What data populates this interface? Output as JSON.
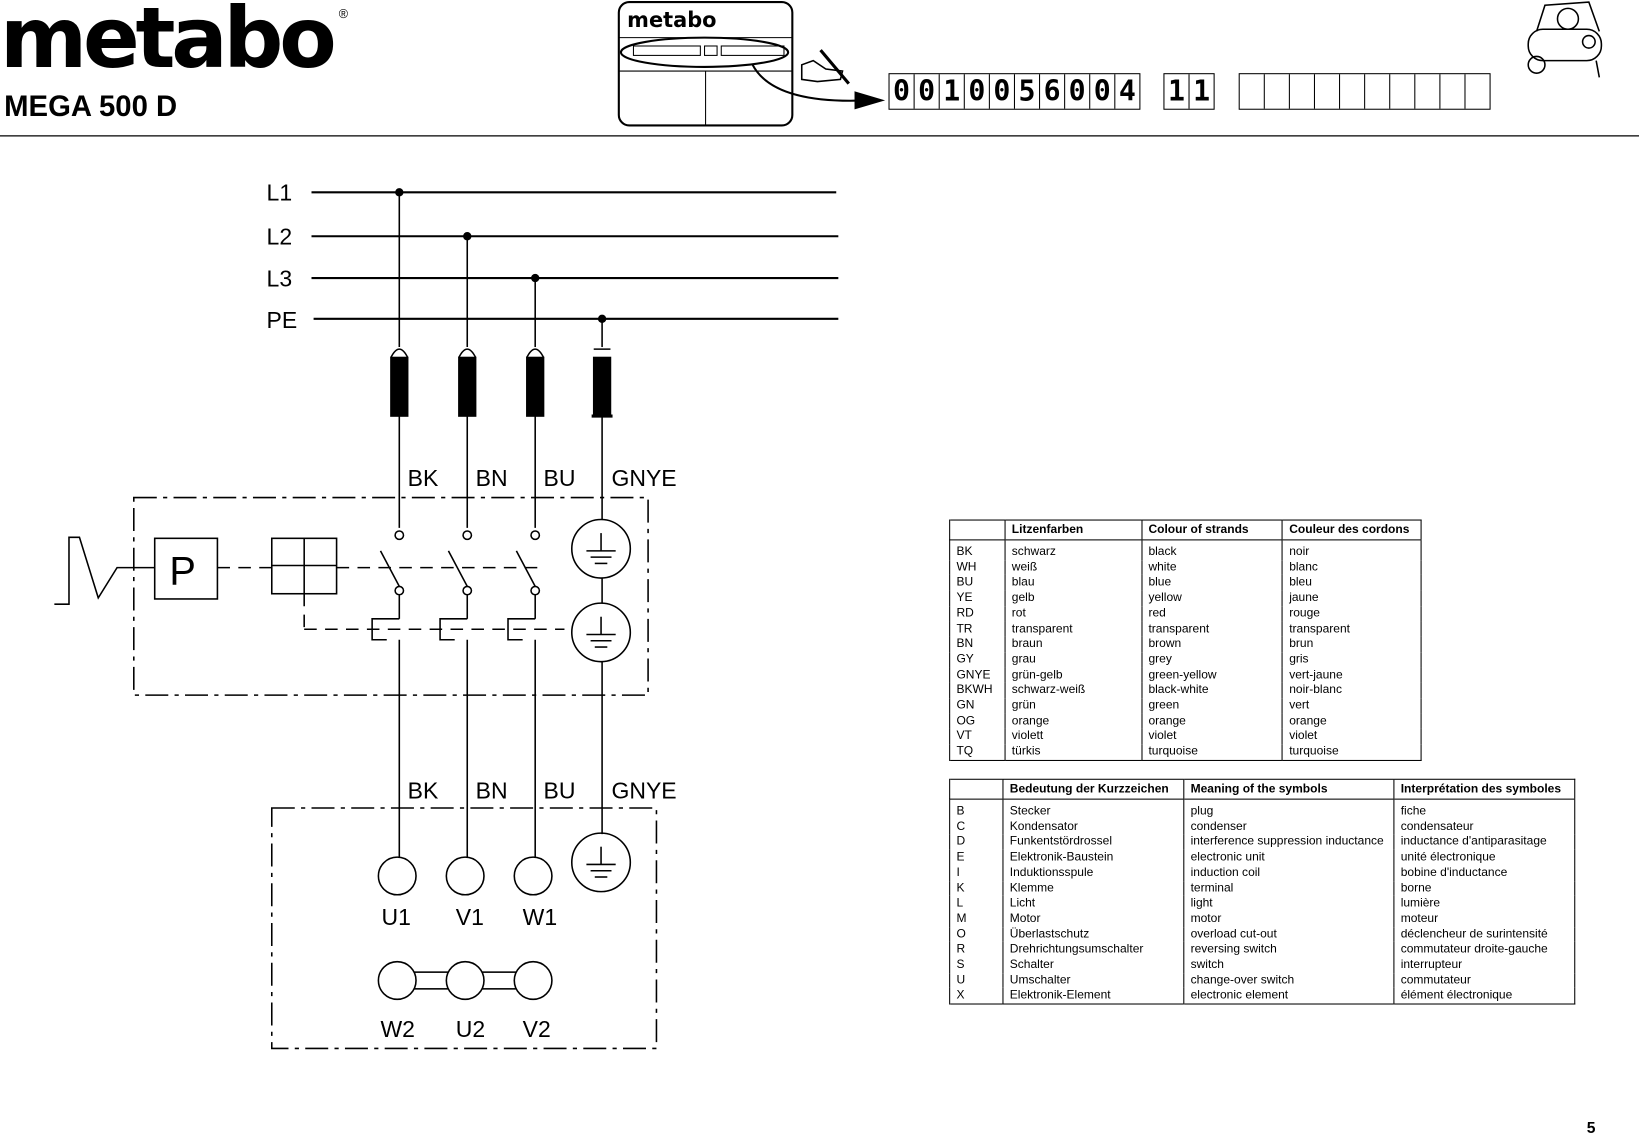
{
  "header": {
    "brand": "metabo",
    "registered": "®",
    "model": "MEGA 500 D",
    "nameplate_brand": "metabo",
    "serial_digits": [
      "0",
      "0",
      "1",
      "0",
      "0",
      "5",
      "6",
      "0",
      "0",
      "4"
    ],
    "index_digits": [
      "1",
      "1"
    ],
    "blank_cells": 10
  },
  "diagram": {
    "supply": [
      "L1",
      "L2",
      "L3",
      "PE"
    ],
    "wires_upper": [
      "BK",
      "BN",
      "BU",
      "GNYE"
    ],
    "wires_lower": [
      "BK",
      "BN",
      "BU",
      "GNYE"
    ],
    "pressure_switch": "P",
    "motor_terminals_top": [
      "U1",
      "V1",
      "W1"
    ],
    "motor_terminals_bottom": [
      "W2",
      "U2",
      "V2"
    ]
  },
  "colour_table": {
    "headers": [
      "",
      "Litzenfarben",
      "Colour of strands",
      "Couleur des cordons"
    ],
    "rows": [
      [
        "BK",
        "schwarz",
        "black",
        "noir"
      ],
      [
        "WH",
        "weiß",
        "white",
        "blanc"
      ],
      [
        "BU",
        "blau",
        "blue",
        "bleu"
      ],
      [
        "YE",
        "gelb",
        "yellow",
        "jaune"
      ],
      [
        "RD",
        "rot",
        "red",
        "rouge"
      ],
      [
        "TR",
        "transparent",
        "transparent",
        "transparent"
      ],
      [
        "BN",
        "braun",
        "brown",
        "brun"
      ],
      [
        "GY",
        "grau",
        "grey",
        "gris"
      ],
      [
        "GNYE",
        "grün-gelb",
        "green-yellow",
        "vert-jaune"
      ],
      [
        "BKWH",
        "schwarz-weiß",
        "black-white",
        "noir-blanc"
      ],
      [
        "GN",
        "grün",
        "green",
        "vert"
      ],
      [
        "OG",
        "orange",
        "orange",
        "orange"
      ],
      [
        "VT",
        "violett",
        "violet",
        "violet"
      ],
      [
        "TQ",
        "türkis",
        "turquoise",
        "turquoise"
      ]
    ]
  },
  "symbol_table": {
    "headers": [
      "",
      "Bedeutung der Kurzzeichen",
      "Meaning of the symbols",
      "Interprétation des symboles"
    ],
    "rows": [
      [
        "B",
        "Stecker",
        "plug",
        "fiche"
      ],
      [
        "C",
        "Kondensator",
        "condenser",
        "condensateur"
      ],
      [
        "D",
        "Funkentstördrossel",
        "interference suppression inductance",
        "inductance d'antiparasitage"
      ],
      [
        "E",
        "Elektronik-Baustein",
        "electronic unit",
        "unité électronique"
      ],
      [
        "I",
        "Induktionsspule",
        "induction coil",
        "bobine d'inductance"
      ],
      [
        "K",
        "Klemme",
        "terminal",
        "borne"
      ],
      [
        "L",
        "Licht",
        "light",
        "lumière"
      ],
      [
        "M",
        "Motor",
        "motor",
        "moteur"
      ],
      [
        "O",
        "Überlastschutz",
        "overload cut-out",
        "déclencheur de surintensité"
      ],
      [
        "R",
        "Drehrichtungsumschalter",
        "reversing switch",
        "commutateur droite-gauche"
      ],
      [
        "S",
        "Schalter",
        "switch",
        "interrupteur"
      ],
      [
        "U",
        "Umschalter",
        "change-over switch",
        "commutateur"
      ],
      [
        "X",
        "Elektronik-Element",
        "electronic element",
        "élément électronique"
      ]
    ]
  },
  "page_number": "5"
}
